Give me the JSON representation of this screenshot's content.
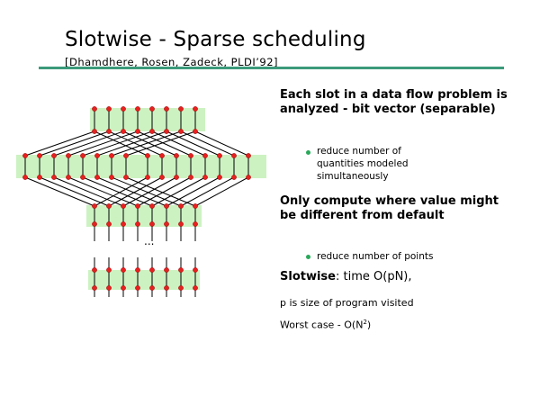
{
  "header": {
    "title": "Slotwise - Sparse scheduling",
    "citation": "[Dhamdhere, Rosen, Zadeck, PLDI’92]"
  },
  "body": {
    "point1": "Each slot in a data flow problem is analyzed - bit vector (separable)",
    "sub1": "reduce number of quantities modeled simultaneously",
    "point2": "Only compute where value might be different from default",
    "sub2": "reduce number of points",
    "slotwise_prefix": "Slotwise",
    "slotwise_rest": ": time O(pN),",
    "p_note": "p is size of program visited",
    "worst_prefix": "Worst case - O(N",
    "worst_exp": "2",
    "worst_suffix": ")"
  },
  "diagram": {
    "ellipsis": "...",
    "band_color": "#ccf2c2",
    "node_color": "#e82020",
    "rule_color": "#3b9a7a",
    "bullet_color": "#2aa85a"
  }
}
